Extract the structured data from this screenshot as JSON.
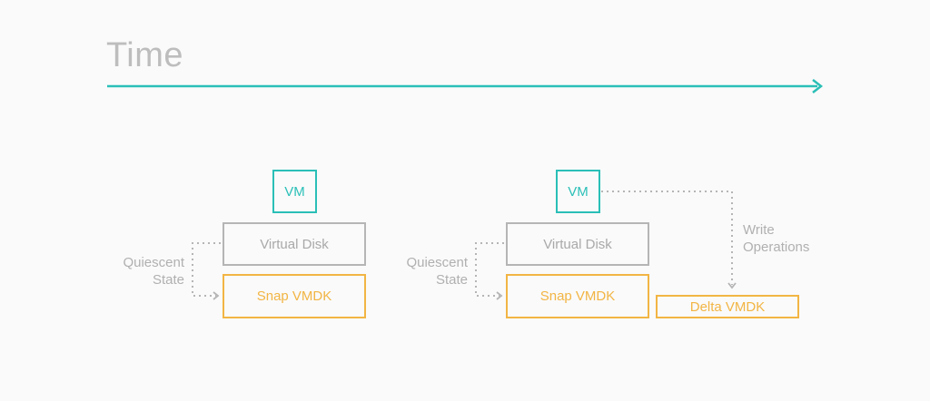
{
  "title": "Time",
  "colors": {
    "accent": "#2abfb7",
    "disk": "#b5b5b5",
    "snapshot": "#f2b544",
    "label": "#b0b0b0"
  },
  "left_group": {
    "vm_label": "VM",
    "virtual_disk_label": "Virtual Disk",
    "snap_label": "Snap VMDK",
    "quiescent_line1": "Quiescent",
    "quiescent_line2": "State"
  },
  "right_group": {
    "vm_label": "VM",
    "virtual_disk_label": "Virtual Disk",
    "snap_label": "Snap VMDK",
    "delta_label": "Delta VMDK",
    "quiescent_line1": "Quiescent",
    "quiescent_line2": "State",
    "write_line1": "Write",
    "write_line2": "Operations"
  }
}
